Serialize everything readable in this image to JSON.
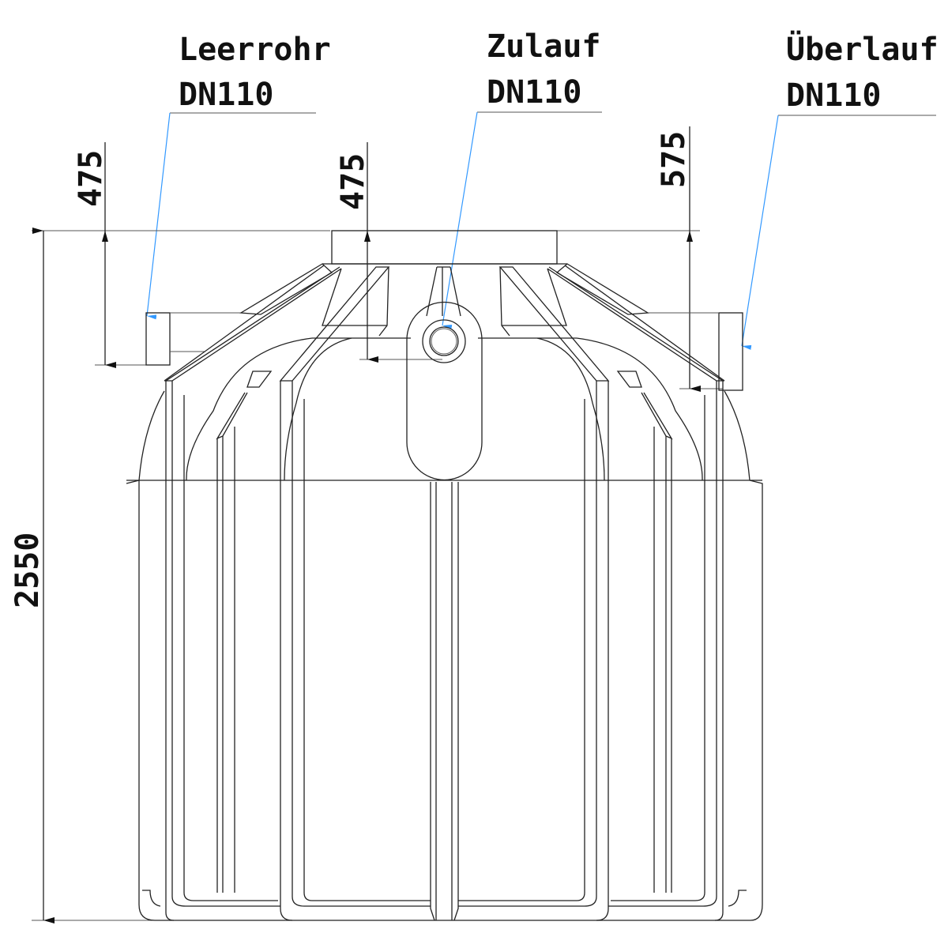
{
  "labels": {
    "inlet_name": "Zulauf",
    "inlet_size": "DN110",
    "empty_pipe_name": "Leerrohr",
    "empty_pipe_size": "DN110",
    "overflow_name": "Überlauf",
    "overflow_size": "DN110"
  },
  "dimensions": {
    "total_height": "2550",
    "empty_pipe_depth": "475",
    "inlet_depth": "475",
    "overflow_depth": "575"
  },
  "colors": {
    "leader": "#3399ff",
    "line": "#222222"
  }
}
